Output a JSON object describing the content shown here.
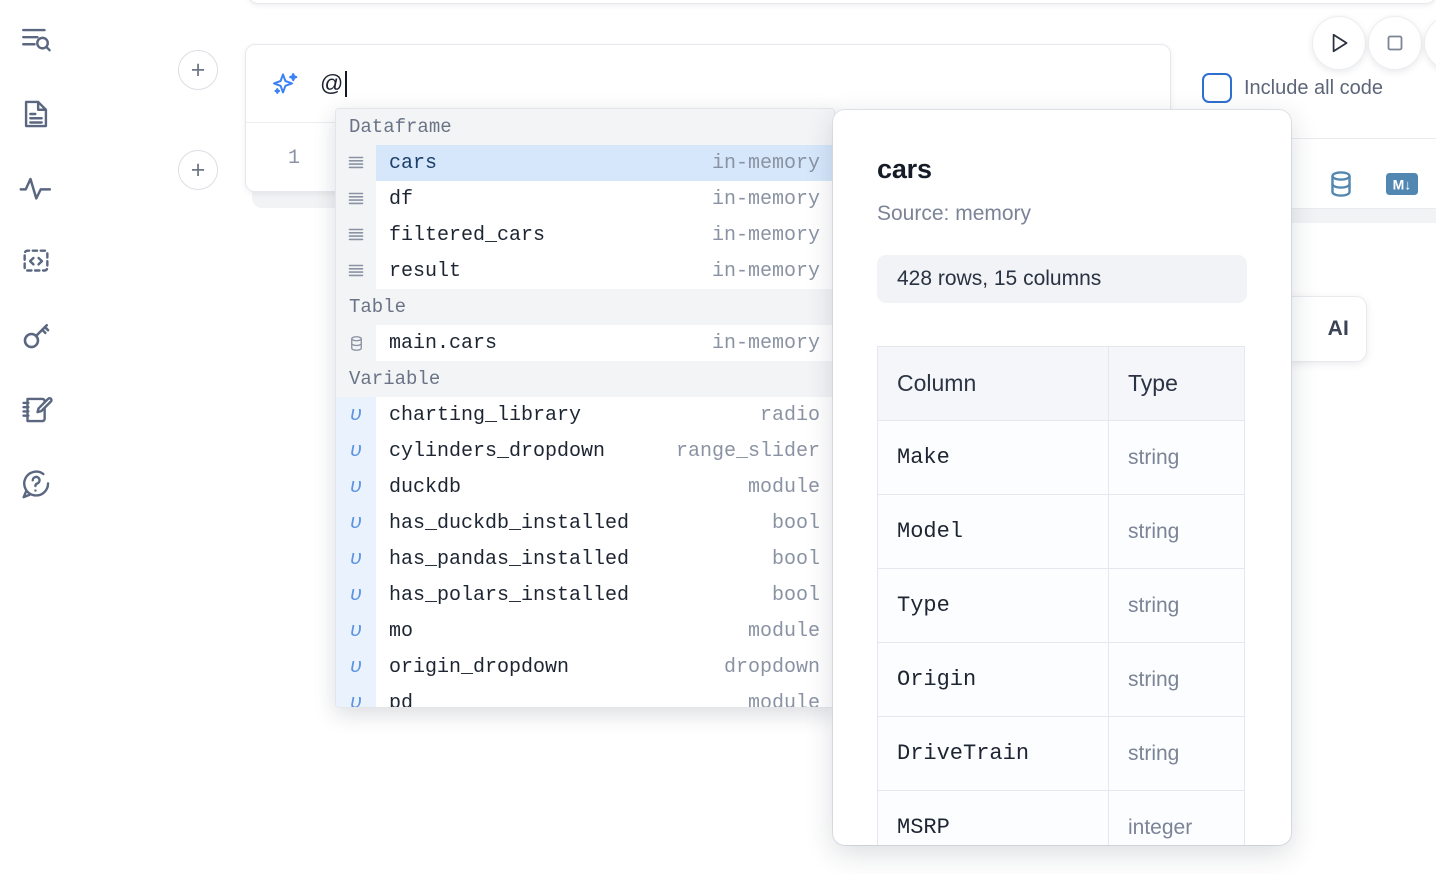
{
  "rail": {
    "items": [
      {
        "name": "explore-search-icon",
        "label": "Explore"
      },
      {
        "name": "document-icon",
        "label": "Notebook"
      },
      {
        "name": "activity-pulse-icon",
        "label": "Runtime"
      },
      {
        "name": "code-snippet-icon",
        "label": "Snippets"
      },
      {
        "name": "key-icon",
        "label": "Secrets"
      },
      {
        "name": "scratchpad-edit-icon",
        "label": "Scratchpad"
      },
      {
        "name": "help-question-icon",
        "label": "Help"
      }
    ]
  },
  "toolbar": {
    "run_icon": "play-icon",
    "stop_icon": "stop-square-icon",
    "extra_icon": "more-icon",
    "include_all_code_label": "Include all code",
    "include_all_code_checked": false,
    "database_icon": "database-icon",
    "markdown_icon": "markdown-icon",
    "markdown_glyph": "M↓"
  },
  "ai_chip": {
    "label": "AI"
  },
  "cell": {
    "add_cell_above_label": "+",
    "add_cell_below_label": "+",
    "ai_icon": "sparkle-ai-icon",
    "prompt_value": "@",
    "line_number": "1"
  },
  "autocomplete": {
    "groups": [
      {
        "title": "Dataframe",
        "gutter_style": "table",
        "items": [
          {
            "icon": "dataframe-icon",
            "label": "cars",
            "type": "in-memory",
            "selected": true
          },
          {
            "icon": "dataframe-icon",
            "label": "df",
            "type": "in-memory",
            "selected": false
          },
          {
            "icon": "dataframe-icon",
            "label": "filtered_cars",
            "type": "in-memory",
            "selected": false
          },
          {
            "icon": "dataframe-icon",
            "label": "result",
            "type": "in-memory",
            "selected": false
          }
        ]
      },
      {
        "title": "Table",
        "gutter_style": "table",
        "items": [
          {
            "icon": "database-icon",
            "label": "main.cars",
            "type": "in-memory",
            "selected": false
          }
        ]
      },
      {
        "title": "Variable",
        "gutter_style": "variable",
        "items": [
          {
            "icon": "variable-icon",
            "label": "charting_library",
            "type": "radio",
            "selected": false
          },
          {
            "icon": "variable-icon",
            "label": "cylinders_dropdown",
            "type": "range_slider",
            "selected": false
          },
          {
            "icon": "variable-icon",
            "label": "duckdb",
            "type": "module",
            "selected": false
          },
          {
            "icon": "variable-icon",
            "label": "has_duckdb_installed",
            "type": "bool",
            "selected": false
          },
          {
            "icon": "variable-icon",
            "label": "has_pandas_installed",
            "type": "bool",
            "selected": false
          },
          {
            "icon": "variable-icon",
            "label": "has_polars_installed",
            "type": "bool",
            "selected": false
          },
          {
            "icon": "variable-icon",
            "label": "mo",
            "type": "module",
            "selected": false
          },
          {
            "icon": "variable-icon",
            "label": "origin_dropdown",
            "type": "dropdown",
            "selected": false
          },
          {
            "icon": "variable-icon",
            "label": "pd",
            "type": "module",
            "selected": false
          }
        ]
      }
    ],
    "variable_glyph": "υ"
  },
  "preview": {
    "title": "cars",
    "source": "Source: memory",
    "shape": "428 rows, 15 columns",
    "columns_header": "Column",
    "type_header": "Type",
    "rows": [
      {
        "column": "Make",
        "type": "string"
      },
      {
        "column": "Model",
        "type": "string"
      },
      {
        "column": "Type",
        "type": "string"
      },
      {
        "column": "Origin",
        "type": "string"
      },
      {
        "column": "DriveTrain",
        "type": "string"
      },
      {
        "column": "MSRP",
        "type": "integer"
      }
    ]
  },
  "colors": {
    "accent_blue": "#3b82f6",
    "selected_row": "#d6e7fb",
    "rail_icon": "#5b6780",
    "muted_text": "#8a93a3",
    "strip_icon": "#5187b0"
  }
}
